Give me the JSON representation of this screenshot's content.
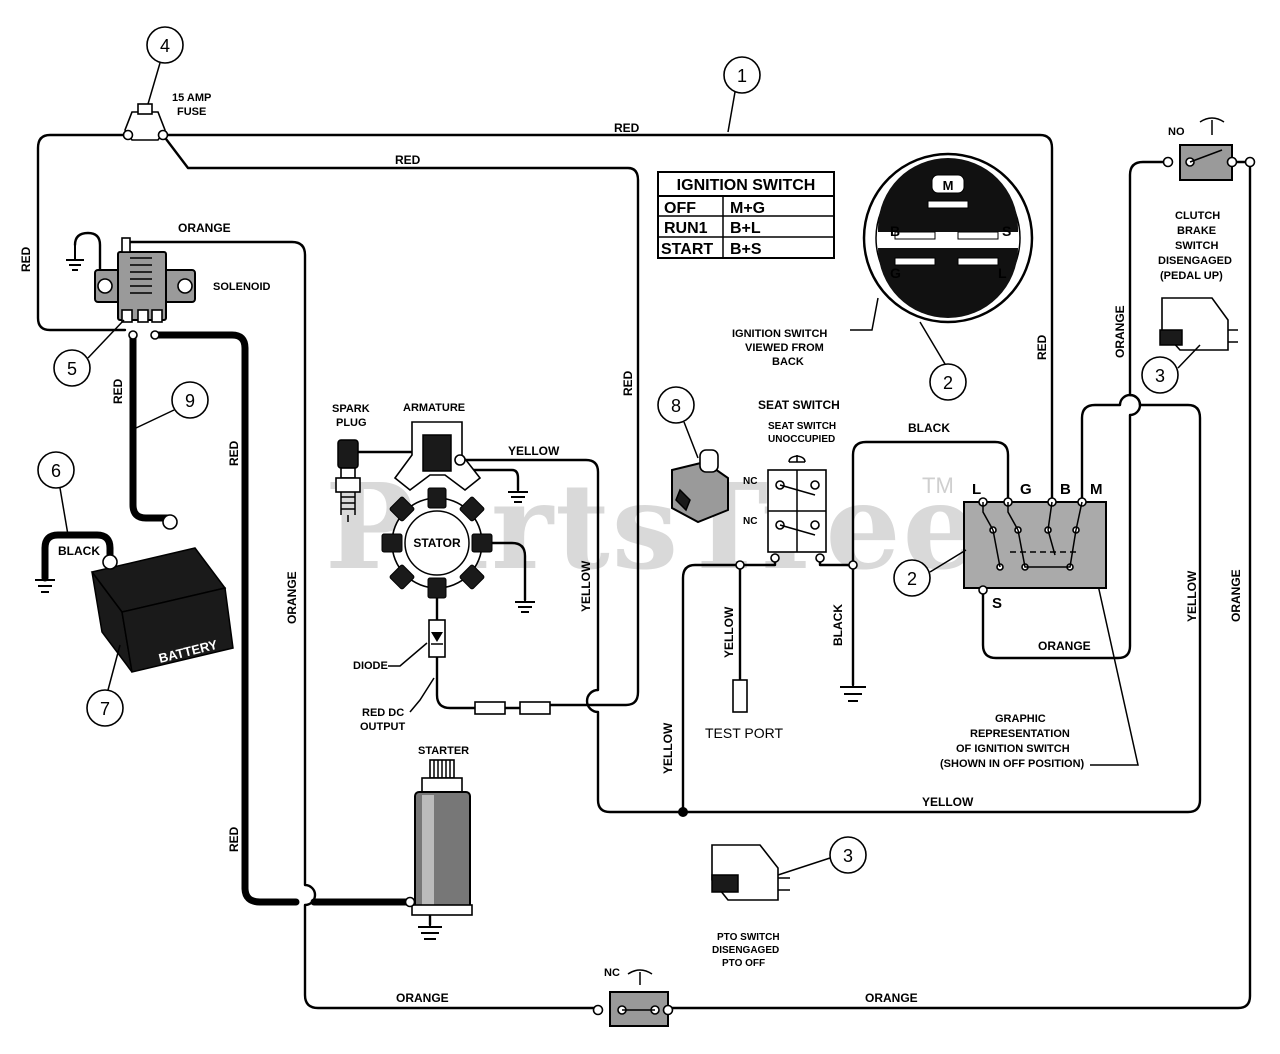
{
  "callouts": [
    "1",
    "2",
    "3",
    "4",
    "5",
    "6",
    "7",
    "8",
    "9"
  ],
  "wire_colors": {
    "red": "RED",
    "orange": "ORANGE",
    "yellow": "YELLOW",
    "black": "BLACK"
  },
  "components": {
    "fuse": [
      "15 AMP",
      "FUSE"
    ],
    "solenoid": "SOLENOID",
    "battery": "BATTERY",
    "spark_plug": [
      "SPARK",
      "PLUG"
    ],
    "armature": "ARMATURE",
    "stator": "STATOR",
    "diode": "DIODE",
    "red_dc_output": [
      "RED DC",
      "OUTPUT"
    ],
    "starter": "STARTER",
    "test_port": "TEST PORT",
    "seat_switch": "SEAT SWITCH",
    "seat_switch_state": [
      "SEAT SWITCH",
      "UNOCCUPIED"
    ],
    "nc": "NC",
    "no": "NO",
    "clutch_brake_switch": [
      "CLUTCH",
      "BRAKE",
      "SWITCH",
      "DISENGAGED",
      "(PEDAL UP)"
    ],
    "pto_switch": [
      "PTO SWITCH",
      "DISENGAGED",
      "PTO OFF"
    ],
    "ignition_back_view": [
      "IGNITION SWITCH",
      "VIEWED FROM",
      "BACK"
    ],
    "ignition_graphic": [
      "GRAPHIC",
      "REPRESENTATION",
      "OF IGNITION SWITCH",
      "(SHOWN IN OFF POSITION)"
    ],
    "ignition_terminals": [
      "L",
      "G",
      "B",
      "M",
      "S"
    ],
    "back_view_terminals": [
      "M",
      "B",
      "S",
      "G",
      "L"
    ]
  },
  "ignition_table": {
    "title": "IGNITION SWITCH",
    "rows": [
      [
        "OFF",
        "M+G"
      ],
      [
        "RUN1",
        "B+L"
      ],
      [
        "START",
        "B+S"
      ]
    ]
  },
  "watermark": {
    "text": "PartsTree",
    "tm": "TM"
  }
}
